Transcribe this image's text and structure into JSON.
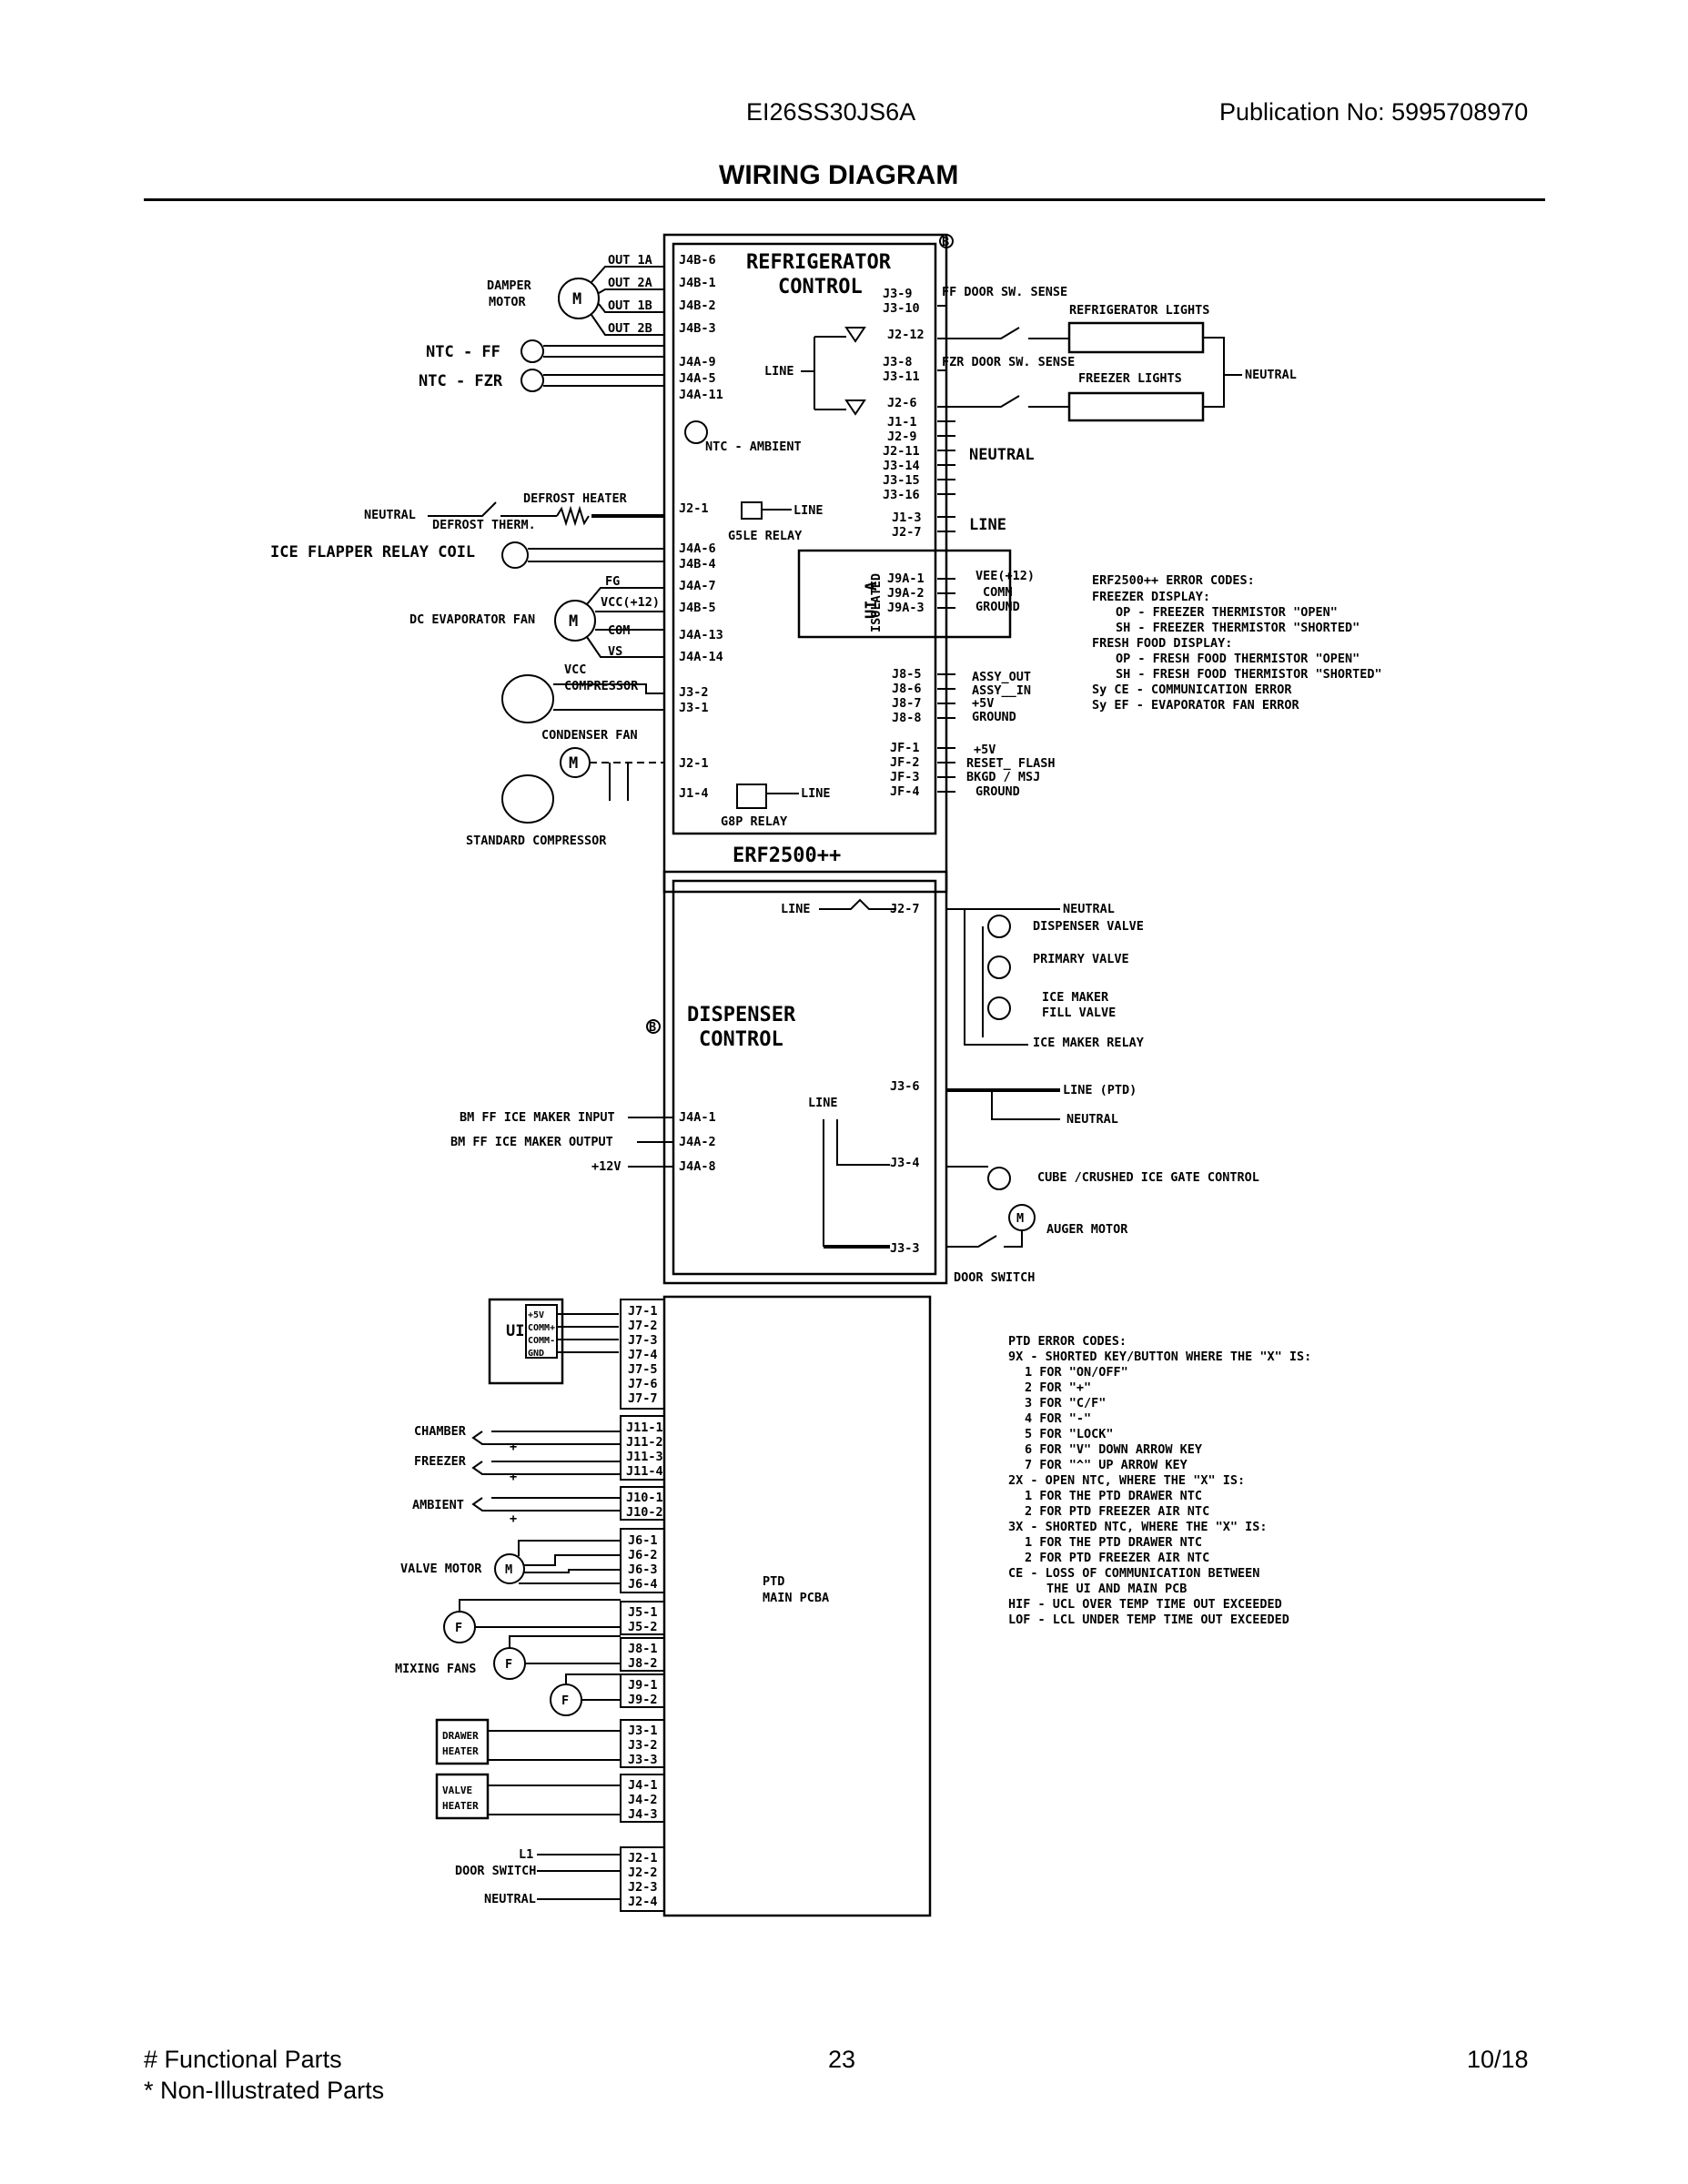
{
  "header": {
    "model": "EI26SS30JS6A",
    "publication": "Publication No:  5995708970",
    "title": "WIRING DIAGRAM"
  },
  "footer": {
    "functional": "# Functional Parts",
    "non_illustrated": "* Non-Illustrated Parts",
    "page": "23",
    "date": "10/18"
  },
  "refrigerator_control": {
    "title1": "REFRIGERATOR",
    "title2": "CONTROL",
    "board": "ERF2500++",
    "b_mark": "B",
    "left_pins": [
      "J4B-6",
      "J4B-1",
      "J4B-2",
      "J4B-3",
      "J4A-9",
      "J4A-5",
      "J4A-11"
    ],
    "line_label": "LINE",
    "ambient": "NTC  - AMBIENT",
    "right_pins": [
      "J3-9",
      "J3-10",
      "J2-12",
      "J3-8",
      "J3-11",
      "J2-6"
    ],
    "neutral_pins": [
      "J1-1",
      "J2-9",
      "J2-11",
      "J3-14",
      "J3-15",
      "J3-16"
    ],
    "neutral": "NEUTRAL",
    "line_pins": [
      "J1-3",
      "J2-7"
    ],
    "line": "LINE",
    "j21": "J2-1",
    "g5le_line": "LINE",
    "g5le": "G5LE RELAY",
    "mid_pins": [
      "J4A-6",
      "J4B-4",
      "J4A-7",
      "J4B-5",
      "J4A-13",
      "J4A-14",
      "J3-2",
      "J3-1",
      "J2-1",
      "J1-4"
    ],
    "g8p_line": "LINE",
    "g8p": "G8P RELAY",
    "ui_a": "UI A",
    "isolated": "ISOLATED",
    "ui_pins": [
      "J9A-1",
      "J9A-2",
      "J9A-3"
    ],
    "ui_signals": [
      "VEE(+12)",
      "COMM",
      "GROUND"
    ],
    "assy_pins": [
      "J8-5",
      "J8-6",
      "J8-7",
      "J8-8"
    ],
    "assy_signals": [
      "ASSY_OUT",
      "ASSY__IN",
      "+5V",
      "GROUND"
    ],
    "jf_pins": [
      "JF-1",
      "JF-2",
      "JF-3",
      "JF-4"
    ],
    "jf_signals": [
      "+5V",
      "RESET_ FLASH",
      "BKGD / MSJ",
      "GROUND"
    ]
  },
  "left_components": {
    "damper": "DAMPER",
    "motor": "MOTOR",
    "m": "M",
    "outs": [
      "OUT 1A",
      "OUT 2A",
      "OUT 1B",
      "OUT 2B"
    ],
    "ntc_ff": "NTC  - FF",
    "ntc_fzr": "NTC  - FZR",
    "neutral": "NEUTRAL",
    "defrost_heater": "DEFROST HEATER",
    "defrost_therm": "DEFROST THERM.",
    "ice_flapper": "ICE FLAPPER RELAY COIL",
    "fan_labels": [
      "FG",
      "VCC(+12)",
      "COM",
      "VS"
    ],
    "dc_evap_fan": "DC EVAPORATOR FAN",
    "vcc": "VCC",
    "compressor": "COMPRESSOR",
    "condenser_fan": "CONDENSER FAN",
    "standard_compressor": "STANDARD COMPRESSOR"
  },
  "right_components": {
    "ff_door_sw": "FF DOOR SW. SENSE",
    "refrigerator_lights": "REFRIGERATOR LIGHTS",
    "fzr_door_sw": "FZR DOOR SW. SENSE",
    "freezer_lights": "FREEZER LIGHTS",
    "neutral": "NEUTRAL"
  },
  "erf_error_codes": {
    "title": "ERF2500++ ERROR CODES:",
    "lines": [
      "FREEZER DISPLAY:",
      "OP - FREEZER THERMISTOR \"OPEN\"",
      "SH - FREEZER THERMISTOR \"SHORTED\"",
      "FRESH FOOD DISPLAY:",
      "OP - FRESH FOOD THERMISTOR \"OPEN\"",
      "SH - FRESH FOOD THERMISTOR \"SHORTED\"",
      "Sy CE - COMMUNICATION ERROR",
      "Sy EF - EVAPORATOR FAN ERROR"
    ]
  },
  "dispenser_control": {
    "title1": "DISPENSER",
    "title2": "CONTROL",
    "line": "LINE",
    "line2": "LINE",
    "pins": [
      "J2-7",
      "J3-6",
      "J3-4",
      "J3-3"
    ],
    "left_pins": [
      "J4A-1",
      "J4A-2",
      "J4A-8"
    ],
    "left_labels": [
      "BM FF ICE MAKER INPUT",
      "BM FF ICE MAKER OUTPUT",
      "+12V"
    ],
    "neutral": "NEUTRAL",
    "dispenser_valve": "DISPENSER VALVE",
    "primary_valve": "PRIMARY VALVE",
    "ice_maker": "ICE MAKER",
    "fill_valve": "FILL VALVE",
    "ice_maker_relay": "ICE MAKER RELAY",
    "line_ptd": "LINE (PTD)",
    "neutral2": "NEUTRAL",
    "cube_crushed": "CUBE /CRUSHED ICE GATE CONTROL",
    "m": "M",
    "auger_motor": "AUGER MOTOR",
    "door_switch": "DOOR SWITCH"
  },
  "ptd": {
    "main1": "PTD",
    "main2": "MAIN PCBA",
    "ui": "UI",
    "ui_signals": [
      "+5V",
      "COMM+",
      "COMM-",
      "GND"
    ],
    "j7": [
      "J7-1",
      "J7-2",
      "J7-3",
      "J7-4",
      "J7-5",
      "J7-6",
      "J7-7"
    ],
    "j11": [
      "J11-1",
      "J11-2",
      "J11-3",
      "J11-4"
    ],
    "j10": [
      "J10-1",
      "J10-2"
    ],
    "j6": [
      "J6-1",
      "J6-2",
      "J6-3",
      "J6-4"
    ],
    "j5": [
      "J5-1",
      "J5-2"
    ],
    "j8": [
      "J8-1",
      "J8-2"
    ],
    "j9": [
      "J9-1",
      "J9-2"
    ],
    "j3": [
      "J3-1",
      "J3-2",
      "J3-3"
    ],
    "j4": [
      "J4-1",
      "J4-2",
      "J4-3"
    ],
    "j2": [
      "J2-1",
      "J2-2",
      "J2-3",
      "J2-4"
    ],
    "chamber": "CHAMBER",
    "freezer": "FREEZER",
    "ambient": "AMBIENT",
    "plus": "+",
    "valve_motor": "VALVE MOTOR",
    "m": "M",
    "f": "F",
    "mixing_fans": "MIXING FANS",
    "drawer": "DRAWER",
    "heater": "HEATER",
    "valve": "VALVE",
    "heater2": "HEATER",
    "l1": "L1",
    "door_switch": "DOOR SWITCH",
    "neutral": "NEUTRAL"
  },
  "ptd_error_codes": {
    "title": "PTD ERROR CODES:",
    "lines": [
      "9X - SHORTED KEY/BUTTON WHERE THE \"X\" IS:",
      "1 FOR \"ON/OFF\"",
      "2 FOR \"+\"",
      "3 FOR \"C/F\"",
      "4 FOR \"-\"",
      "5 FOR \"LOCK\"",
      "6 FOR \"V\" DOWN ARROW KEY",
      "7 FOR \"^\" UP ARROW KEY",
      "2X - OPEN NTC, WHERE THE \"X\" IS:",
      "1 FOR THE PTD DRAWER NTC",
      "2 FOR PTD FREEZER AIR NTC",
      "3X - SHORTED NTC, WHERE THE \"X\" IS:",
      "1 FOR THE PTD DRAWER NTC",
      "2 FOR PTD FREEZER AIR NTC",
      "CE - LOSS OF COMMUNICATION BETWEEN",
      "THE UI AND MAIN PCB",
      "HIF - UCL OVER TEMP TIME OUT EXCEEDED",
      "LOF - LCL UNDER TEMP TIME OUT EXCEEDED"
    ]
  }
}
